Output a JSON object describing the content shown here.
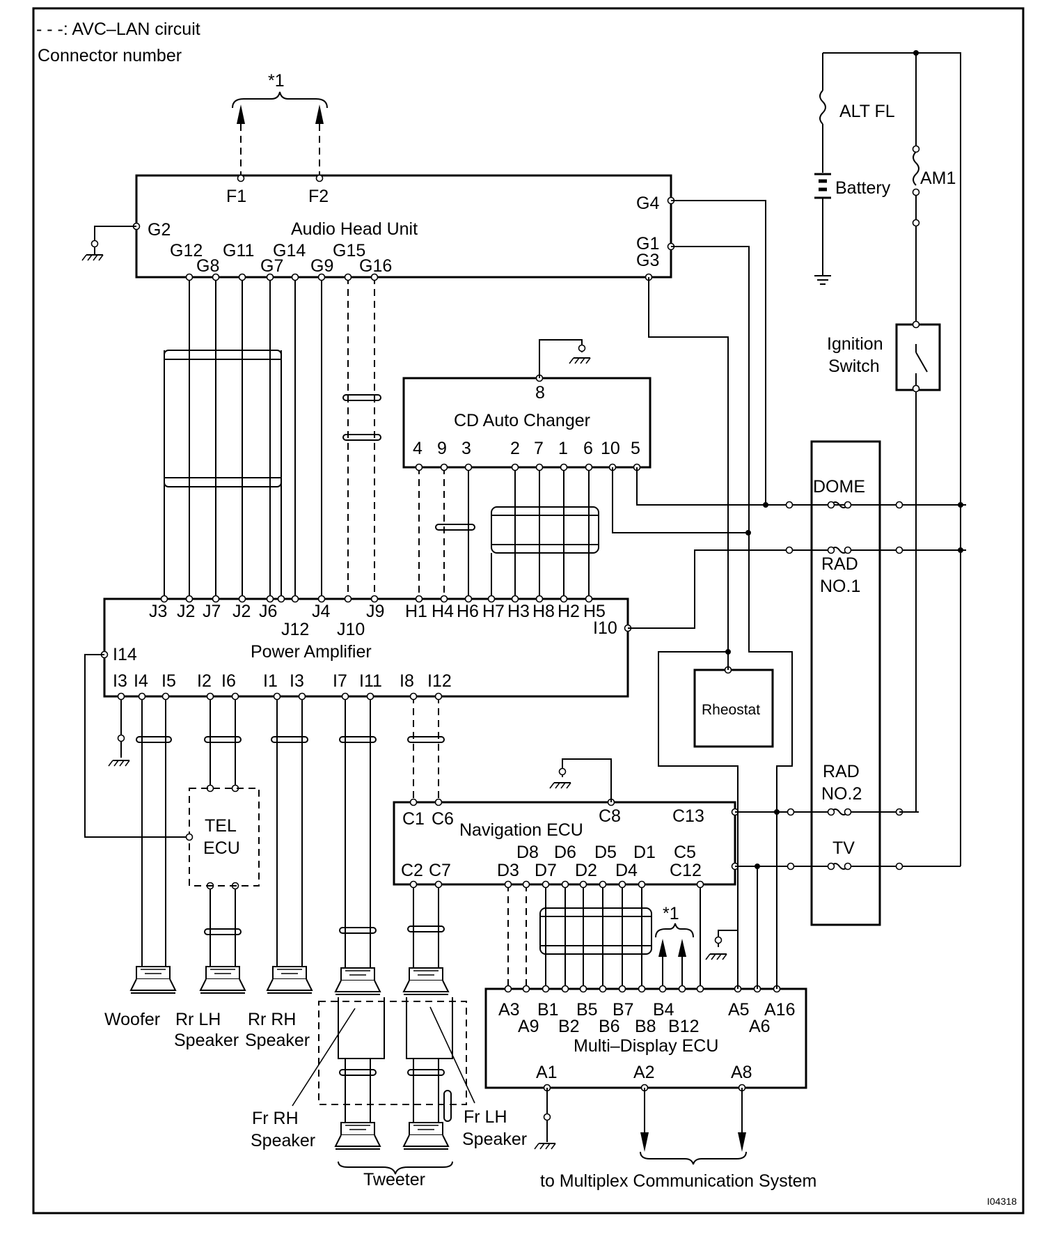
{
  "legend": {
    "avc_lan": "- - -: AVC–LAN circuit",
    "connector": "Connector number"
  },
  "note_mark": "*1",
  "components": {
    "audio_head_unit": "Audio Head Unit",
    "cd_auto_changer": "CD Auto Changer",
    "power_amplifier": "Power Amplifier",
    "tel_ecu_line1": "TEL",
    "tel_ecu_line2": "ECU",
    "navigation_ecu": "Navigation ECU",
    "multi_display_ecu": "Multi–Display ECU",
    "rheostat": "Rheostat",
    "alt_fl": "ALT FL",
    "battery": "Battery",
    "am1": "AM1",
    "ignition_line1": "Ignition",
    "ignition_line2": "Switch",
    "fuse_dome": "DOME",
    "fuse_rad1_line1": "RAD",
    "fuse_rad1_line2": "NO.1",
    "fuse_rad2_line1": "RAD",
    "fuse_rad2_line2": "NO.2",
    "fuse_tv": "TV"
  },
  "speakers": {
    "woofer": "Woofer",
    "rr_lh_line1": "Rr LH",
    "rr_lh_line2": "Speaker",
    "rr_rh_line1": "Rr RH",
    "rr_rh_line2": "Speaker",
    "fr_rh_line1": "Fr RH",
    "fr_rh_line2": "Speaker",
    "fr_lh_line1": "Fr LH",
    "fr_lh_line2": "Speaker",
    "tweeter": "Tweeter"
  },
  "multiplex": "to Multiplex Communication System",
  "figure_id": "I04318",
  "pins": {
    "head_top": [
      "F1",
      "F2"
    ],
    "head_right": [
      "G4",
      "G1",
      "G3"
    ],
    "head_left": "G2",
    "head_row1": [
      "G12",
      "G11",
      "G14",
      "G15"
    ],
    "head_row2": [
      "G8",
      "G7",
      "G9",
      "G16"
    ],
    "cd_top": "8",
    "cd_bottom": [
      "4",
      "9",
      "3",
      "2",
      "7",
      "1",
      "6",
      "10",
      "5"
    ],
    "amp_top": [
      "J3",
      "J2",
      "J7",
      "J2",
      "J6",
      "J4",
      "J9",
      "H1",
      "H4",
      "H6",
      "H7",
      "H3",
      "H8",
      "H2",
      "H5"
    ],
    "amp_top_lower": [
      "J12",
      "J10"
    ],
    "amp_right": "I10",
    "amp_left": "I14",
    "amp_bottom": [
      "I3",
      "I4",
      "I5",
      "I2",
      "I6",
      "I1",
      "I3",
      "I7",
      "I11",
      "I8",
      "I12"
    ],
    "nav_top": [
      "C1",
      "C6",
      "C8",
      "C13"
    ],
    "nav_d_row1": [
      "D8",
      "D6",
      "D5",
      "D1",
      "C5"
    ],
    "nav_d_row2": [
      "C2",
      "C7",
      "D3",
      "D7",
      "D2",
      "D4",
      "C12"
    ],
    "mde_row1": [
      "A3",
      "B1",
      "B5",
      "B7",
      "B4",
      "A5",
      "A16"
    ],
    "mde_row2": [
      "A9",
      "B2",
      "B6",
      "B8",
      "B12",
      "A6"
    ],
    "mde_bottom": [
      "A1",
      "A2",
      "A8"
    ]
  }
}
